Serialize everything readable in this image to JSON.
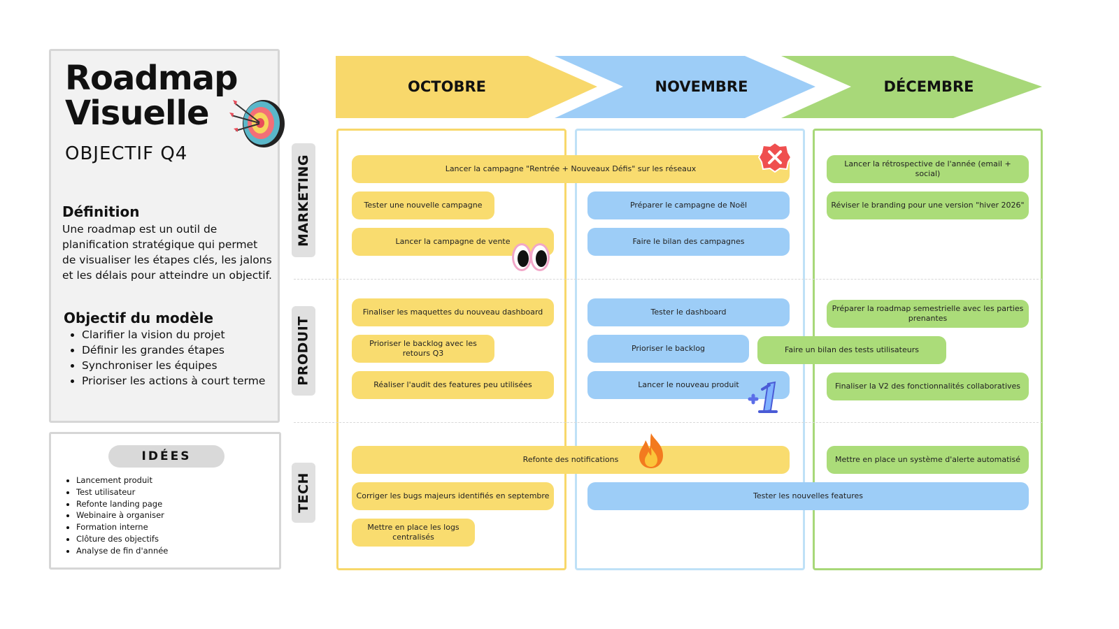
{
  "header": {
    "title": "Roadmap\nVisuelle",
    "subtitle": "OBJECTIF Q4"
  },
  "definition": {
    "title": "Définition",
    "text": "Une roadmap est un outil de planification stratégique qui permet de visualiser les étapes clés, les jalons et les délais pour atteindre un objectif."
  },
  "objective": {
    "title": "Objectif du modèle",
    "items": [
      "Clarifier la vision du projet",
      "Définir les grandes étapes",
      "Synchroniser les équipes",
      "Prioriser les actions à court terme"
    ]
  },
  "ideas": {
    "title": "IDÉES",
    "items": [
      "Lancement produit",
      "Test utilisateur",
      "Refonte landing page",
      "Webinaire à organiser",
      "Formation interne",
      "Clôture des objectifs",
      "Analyse de fin d'année"
    ]
  },
  "months": [
    "OCTOBRE",
    "NOVEMBRE",
    "DÉCEMBRE"
  ],
  "rows": [
    "MARKETING",
    "PRODUIT",
    "TECH"
  ],
  "colors": {
    "yellow": "#f9dc6f",
    "blue": "#9dcdf7",
    "green": "#abdc79",
    "arrow_yellow": "#f8d86b",
    "arrow_blue": "#9dcdf7",
    "arrow_green": "#a8d879"
  },
  "tasks": {
    "marketing": {
      "t1": "Lancer la campagne \"Rentrée + Nouveaux Défis\" sur les réseaux",
      "t2": "Tester une nouvelle campagne",
      "t3": "Lancer la campagne de vente",
      "t4": "Préparer le campagne de Noël",
      "t5": "Faire le bilan des campagnes",
      "t6": "Lancer la rétrospective de l'année (email + social)",
      "t7": "Réviser le branding pour une version \"hiver 2026\""
    },
    "produit": {
      "t1": "Finaliser les maquettes du nouveau dashboard",
      "t2": "Prioriser le backlog avec les retours Q3",
      "t3": "Réaliser l'audit des features peu utilisées",
      "t4": "Tester le dashboard",
      "t5": "Prioriser le backlog",
      "t6": "Lancer le nouveau produit",
      "t7": "Préparer la roadmap semestrielle avec les parties prenantes",
      "t8": "Faire un bilan des tests utilisateurs",
      "t9": "Finaliser la V2 des fonctionnalités collaboratives"
    },
    "tech": {
      "t1": "Refonte des notifications",
      "t2": "Corriger les bugs majeurs identifiés en septembre",
      "t3": "Mettre en place les logs centralisés",
      "t4": "Mettre en place un système d'alerte automatisé",
      "t5": "Tester les nouvelles features"
    }
  },
  "stickers": [
    "target-icon",
    "close-icon",
    "eyes-icon",
    "plus-one-icon",
    "fire-icon"
  ]
}
